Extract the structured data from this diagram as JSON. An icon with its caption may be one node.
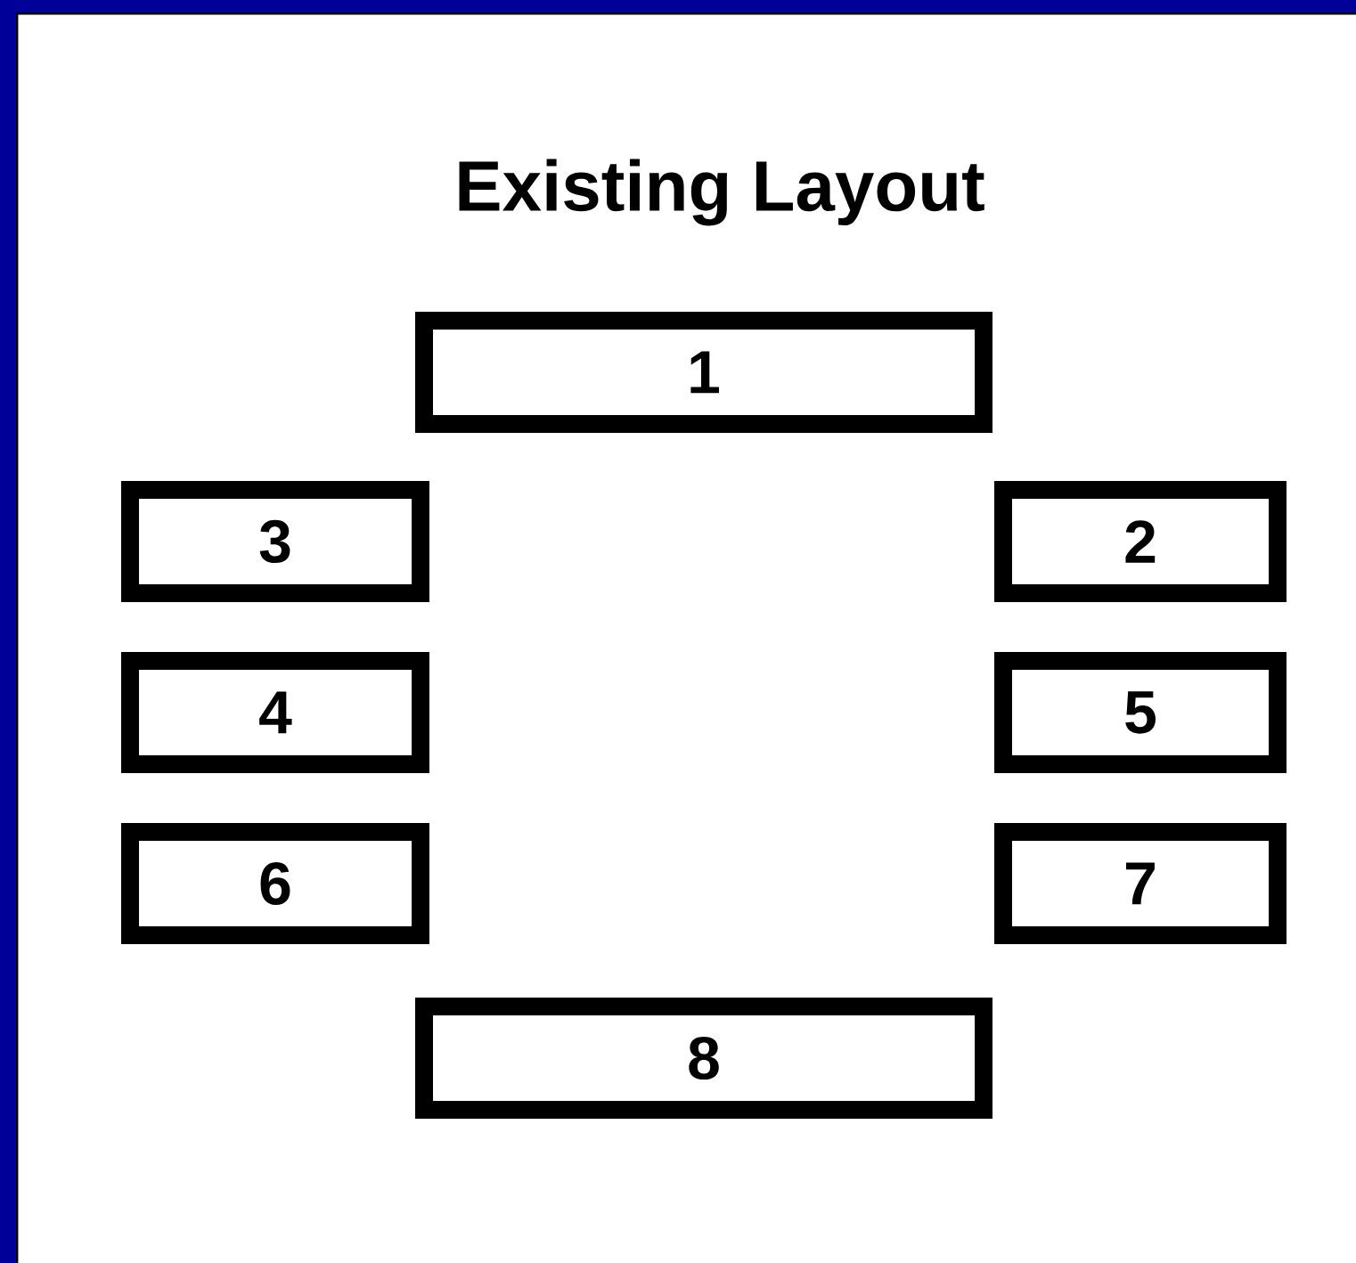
{
  "diagram": {
    "title": "Existing Layout",
    "nodes": [
      {
        "text": [
          "1"
        ]
      },
      {
        "text": [
          "3"
        ]
      },
      {
        "text": [
          "2"
        ]
      },
      {
        "text": [
          "4"
        ]
      },
      {
        "text": [
          "5"
        ]
      },
      {
        "text": [
          "6"
        ]
      },
      {
        "text": [
          "7"
        ]
      },
      {
        "text": [
          "8"
        ]
      }
    ]
  }
}
